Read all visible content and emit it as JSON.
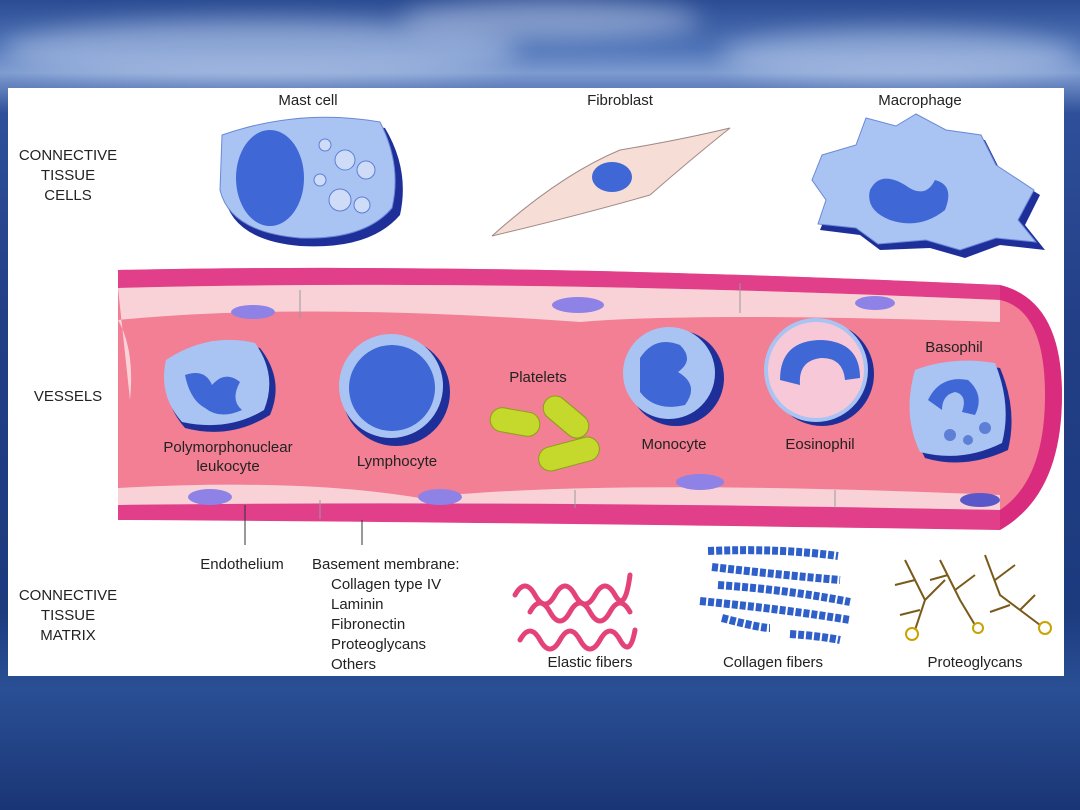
{
  "categories": {
    "connective_tissue_cells": [
      "CONNECTIVE",
      "TISSUE",
      "CELLS"
    ],
    "vessels": "VESSELS",
    "connective_tissue_matrix": [
      "CONNECTIVE",
      "TISSUE",
      "MATRIX"
    ]
  },
  "cells": {
    "mast_cell": "Mast cell",
    "fibroblast": "Fibroblast",
    "macrophage": "Macrophage"
  },
  "blood_cells": {
    "pmn": [
      "Polymorphonuclear",
      "leukocyte"
    ],
    "lymphocyte": "Lymphocyte",
    "platelets": "Platelets",
    "monocyte": "Monocyte",
    "eosinophil": "Eosinophil",
    "basophil": "Basophil"
  },
  "vessel_labels": {
    "endothelium": "Endothelium",
    "basement_membrane": "Basement membrane:",
    "basement_components": [
      "Collagen type IV",
      "Laminin",
      "Fibronectin",
      "Proteoglycans",
      "Others"
    ]
  },
  "matrix": {
    "elastic": "Elastic fibers",
    "collagen": "Collagen fibers",
    "proteoglycans": "Proteoglycans"
  },
  "colors": {
    "cell_fill": "#a9c4f3",
    "nucleus": "#3f67d6",
    "vessel_wall": "#e23f8a",
    "lumen": "#f27f93"
  }
}
